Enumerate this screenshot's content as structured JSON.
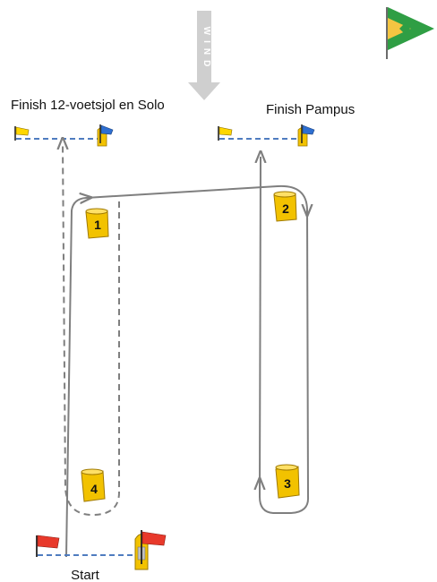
{
  "wind": {
    "label": "WIND"
  },
  "labels": {
    "finish_left": "Finish 12-voetsjol en Solo",
    "finish_right": "Finish Pampus",
    "start": "Start"
  },
  "buoys": [
    {
      "number": "1"
    },
    {
      "number": "2"
    },
    {
      "number": "3"
    },
    {
      "number": "4"
    }
  ],
  "colors": {
    "buoy_fill": "#f2c200",
    "buoy_outline": "#a07a00",
    "line_blue": "#4f7cc0",
    "course_line": "#7f7f7f",
    "flag_red": "#e8392b",
    "flag_yellow": "#ffd700",
    "flag_blue": "#2e6fd1",
    "club_flag_green": "#2f9e44",
    "club_flag_gold": "#f4c542",
    "wind_arrow": "#cfcfcf"
  },
  "icons": {
    "club_pennant": "club-pennant-icon",
    "committee_boat": "committee-boat-icon",
    "finish_flag_yellow": "yellow-flag-icon",
    "finish_flag_blue": "blue-flag-icon",
    "start_flag": "red-flag-icon"
  }
}
